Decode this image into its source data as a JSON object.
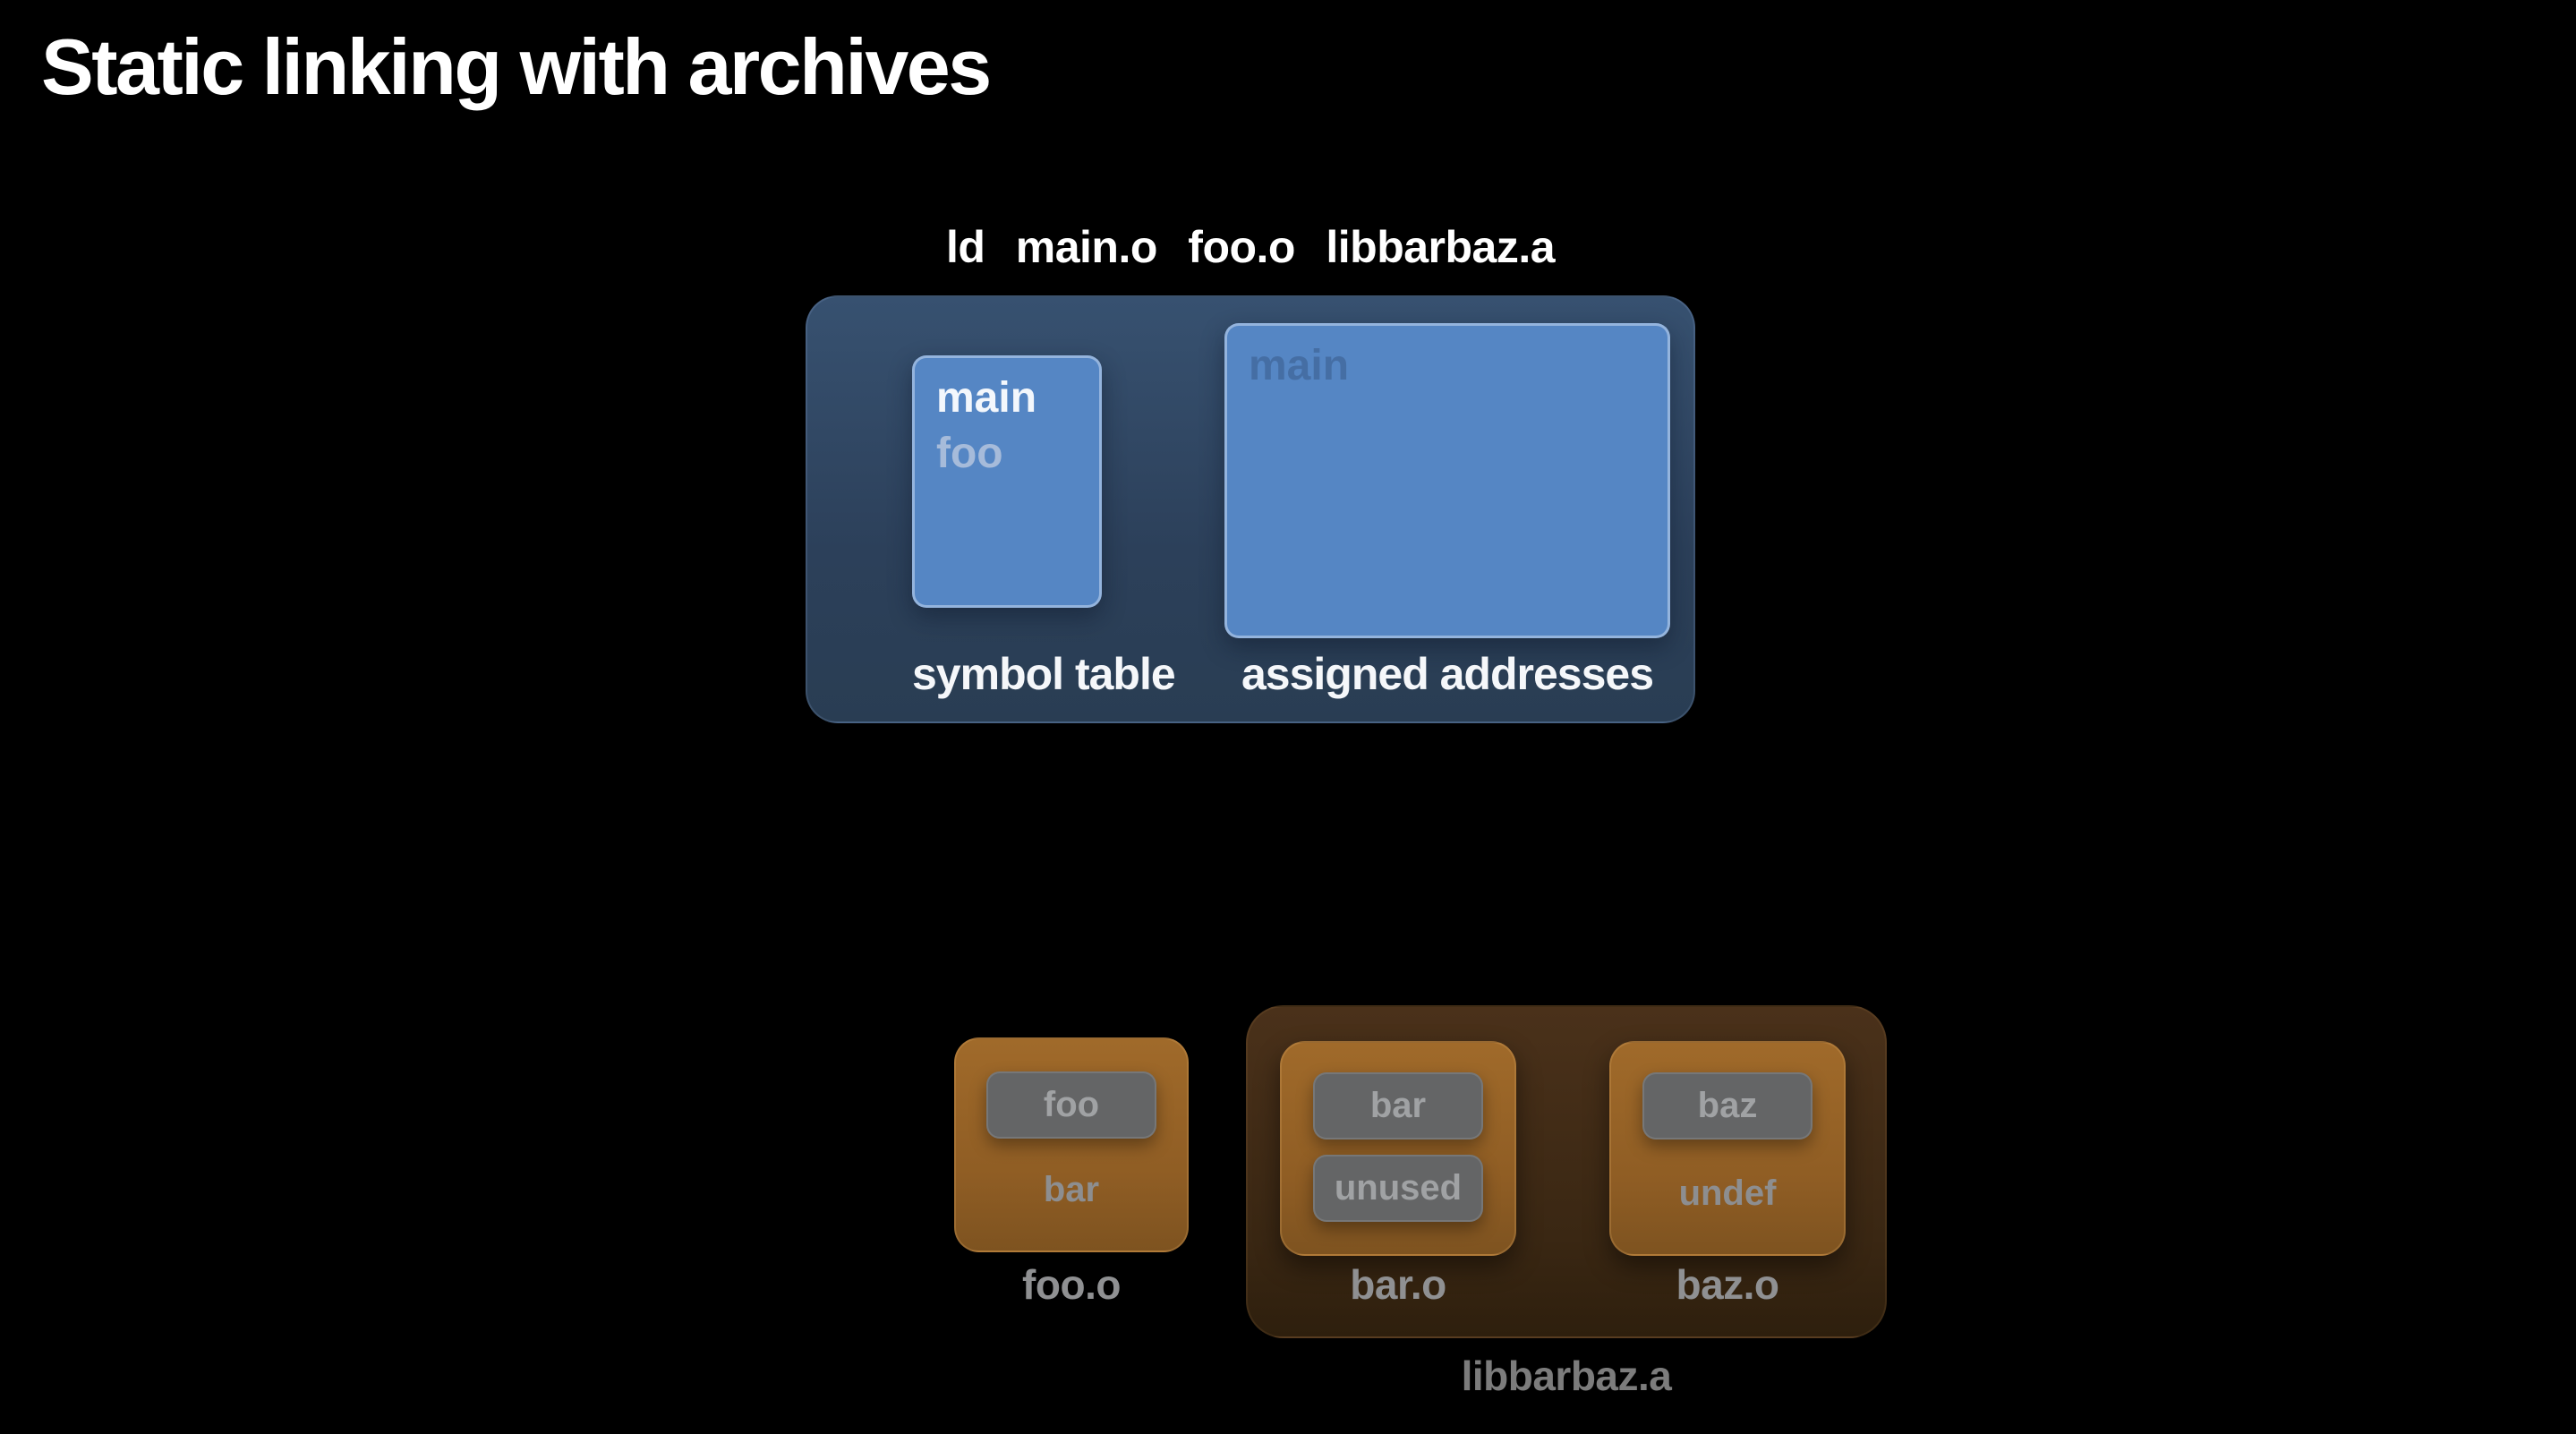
{
  "title": "Static linking with archives",
  "command": "ld main.o foo.o libbarbaz.a",
  "linker": {
    "symbol_table_label": "symbol table",
    "assigned_label": "assigned addresses",
    "symbols": [
      "main",
      "foo"
    ],
    "assigned_faint_symbol": "main"
  },
  "foo_object": {
    "label": "foo.o",
    "defined_symbol": "foo",
    "undefined_symbol": "bar"
  },
  "archive": {
    "label": "libbarbaz.a",
    "members": [
      {
        "label": "bar.o",
        "symbols": [
          "bar",
          "unused"
        ]
      },
      {
        "label": "baz.o",
        "defined_symbol": "baz",
        "undefined_symbol": "undef"
      }
    ]
  },
  "colors": {
    "background": "#000000",
    "linker_panel": "#31496a",
    "linker_box": "#5586c4",
    "object_box": "#9a6628",
    "archive_panel": "#462e18",
    "symbol_chip": "#646566",
    "text_primary": "#ffffff",
    "text_dim": "#8f9092"
  }
}
